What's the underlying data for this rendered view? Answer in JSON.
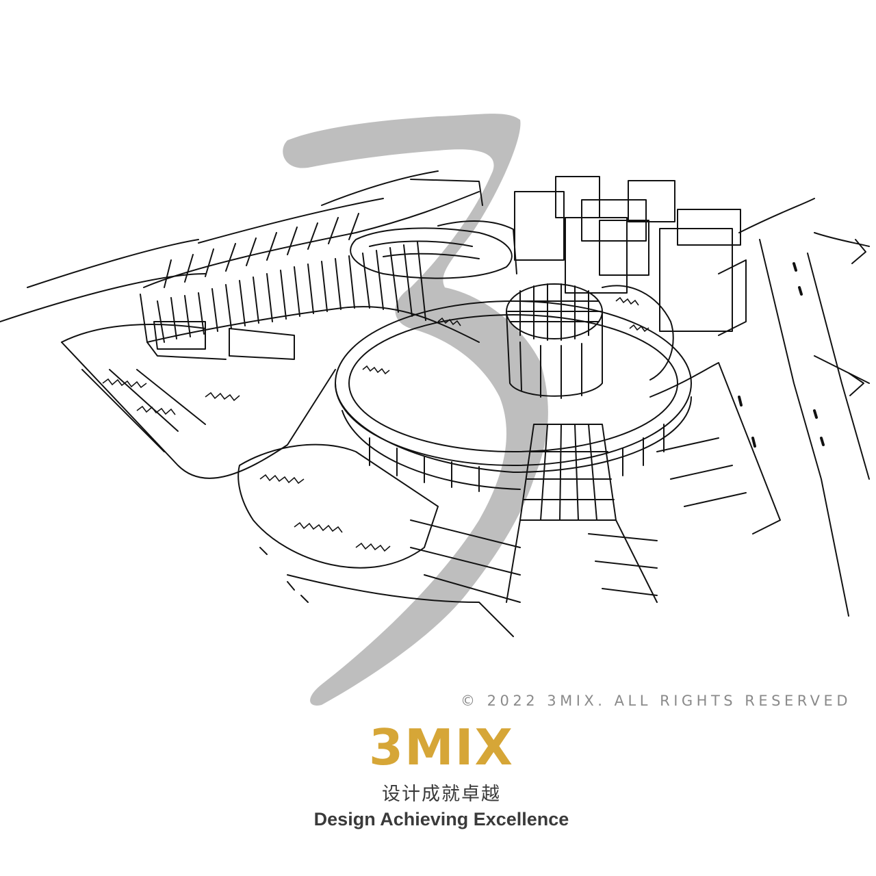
{
  "image": {
    "subject": "hand-drawn architectural aerial sketch",
    "watermark": "3",
    "colors": {
      "ink": "#111111",
      "watermark": "#b3b3b3",
      "brand": "#d6a637",
      "text": "#3a3a3a",
      "copyright": "#8a8a8a"
    }
  },
  "footer": {
    "copyright": "© 2022 3MIX. ALL RIGHTS RESERVED",
    "logo": "3MIX",
    "tagline_cn": "设计成就卓越",
    "tagline_en": "Design Achieving Excellence"
  }
}
